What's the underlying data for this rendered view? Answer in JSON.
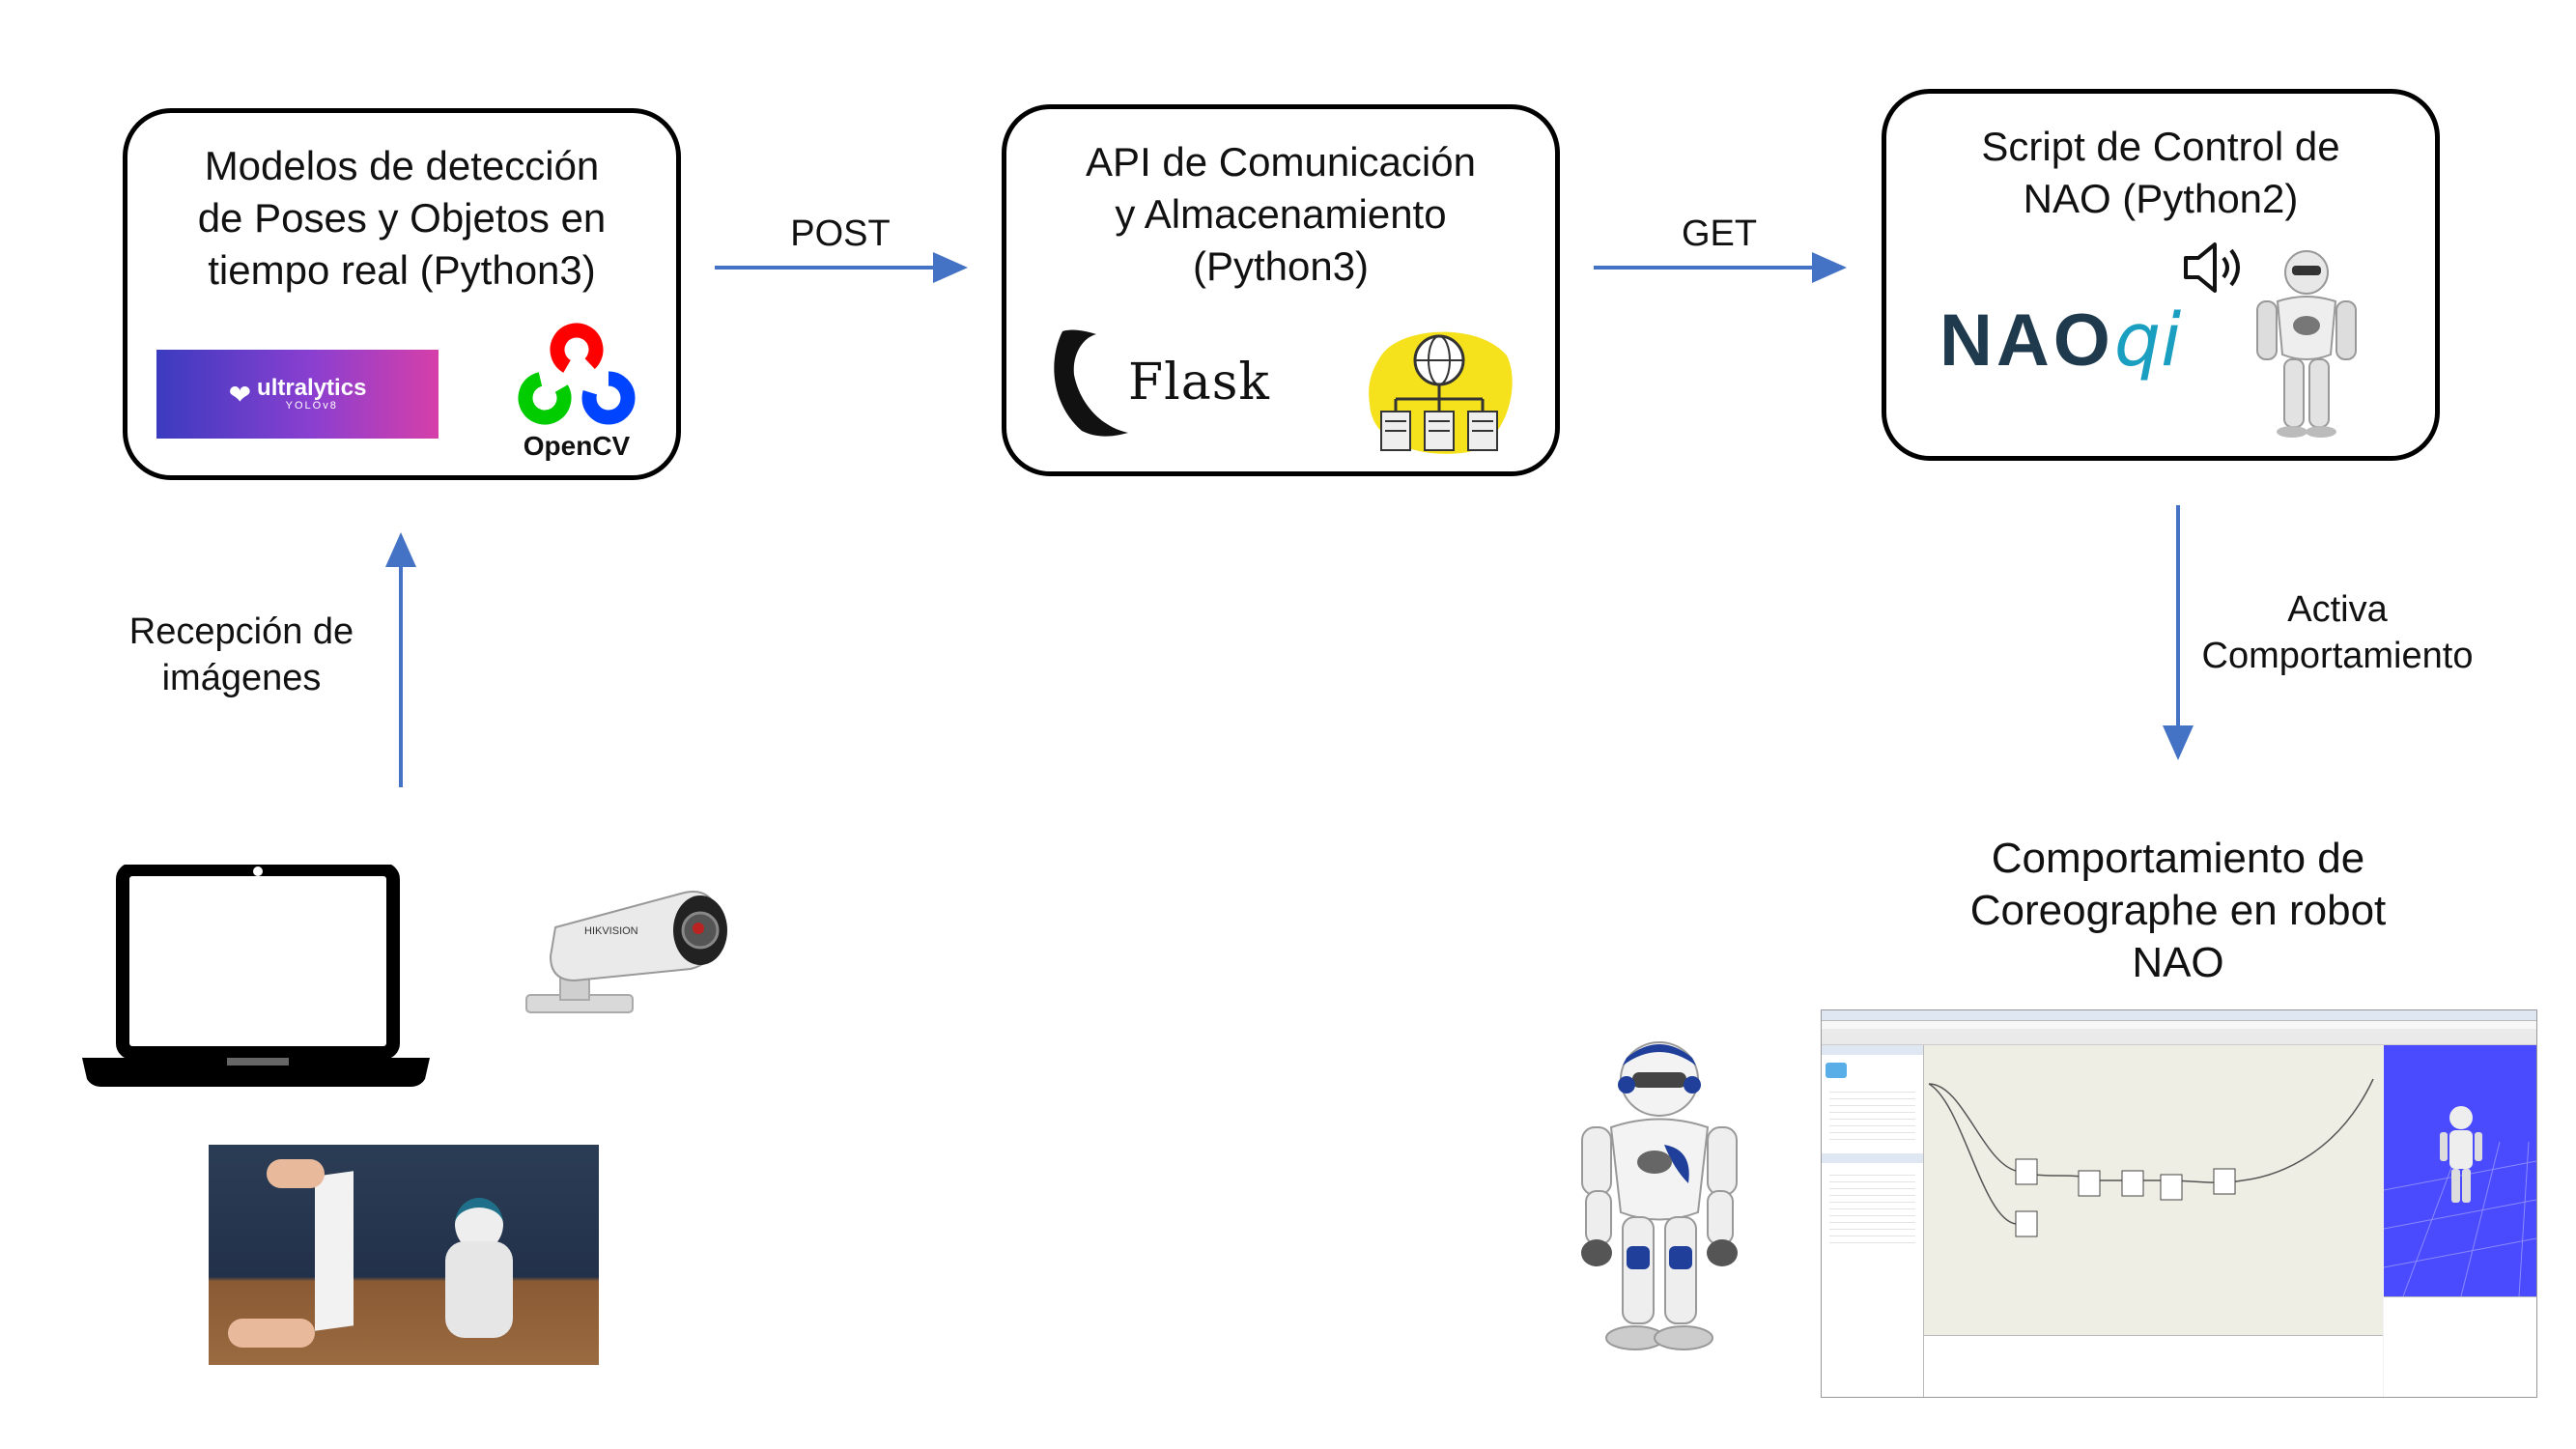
{
  "boxes": {
    "detection": {
      "lines": [
        "Modelos de detección",
        "de Poses y Objetos en",
        "tiempo real (Python3)"
      ],
      "ultralytics_logo": "ultralytics",
      "ultralytics_sub": "YOLOv8",
      "opencv_logo": "OpenCV"
    },
    "api": {
      "lines": [
        "API de Comunicación",
        "y Almacenamiento",
        "(Python3)"
      ],
      "flask_logo": "Flask"
    },
    "script": {
      "lines": [
        "Script de Control de",
        "NAO (Python2)"
      ],
      "naoqi_logo_a": "NAO",
      "naoqi_logo_b": "qi"
    }
  },
  "arrows": {
    "post": "POST",
    "get": "GET",
    "reception": [
      "Recepción de",
      "imágenes"
    ],
    "activate": [
      "Activa",
      "Comportamiento"
    ]
  },
  "behavior_title": [
    "Comportamiento de",
    "Coreographe en robot",
    "NAO"
  ],
  "camera_brand": "HIKVISION",
  "colors": {
    "arrow": "#4472C4",
    "border": "#000000",
    "ultralytics_gradient": [
      "#3b3bbf",
      "#d63fa9"
    ],
    "opencv_red": "#ff0000",
    "opencv_green": "#00cc00",
    "opencv_blue": "#0044ff",
    "naoqi_dark": "#1f3a4d",
    "naoqi_teal": "#1a9fc0",
    "nao_blue": "#1f3f9a"
  },
  "icons": [
    "speaker-icon",
    "laptop-icon",
    "security-camera-icon",
    "database-icon",
    "flask-horn-icon",
    "nao-robot-icon"
  ]
}
